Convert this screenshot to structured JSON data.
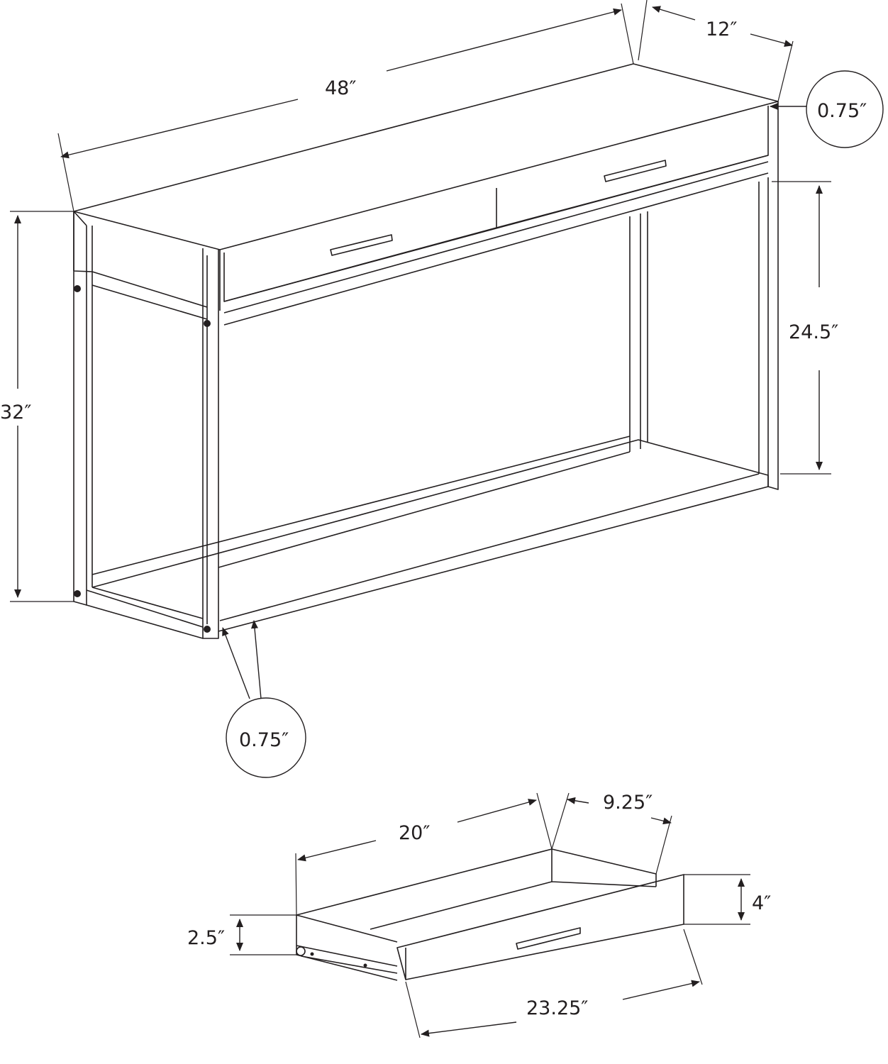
{
  "table": {
    "dims": {
      "length": "48″",
      "depth": "12″",
      "height": "32″",
      "clearance": "24.5″",
      "top_thickness": "0.75″",
      "leg_thickness": "0.75″"
    }
  },
  "drawer": {
    "dims": {
      "inner_length": "20″",
      "inner_depth": "9.25″",
      "front_width": "23.25″",
      "front_height": "4″",
      "side_height": "2.5″"
    }
  },
  "colors": {
    "line": "#231f20",
    "background": "#ffffff"
  }
}
